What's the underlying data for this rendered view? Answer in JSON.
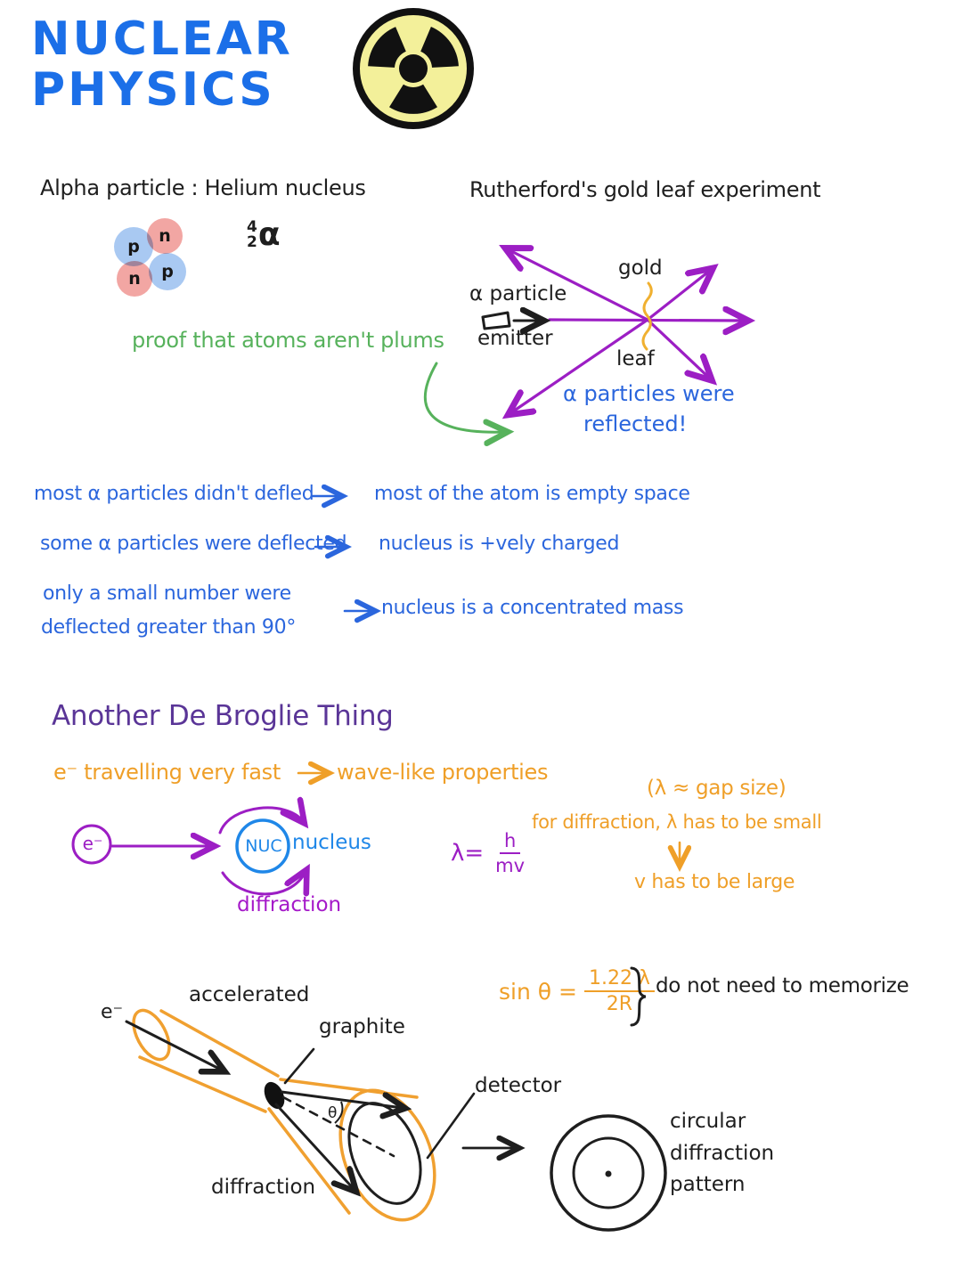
{
  "page": {
    "title_line1": "NUCLEAR",
    "title_line2": "PHYSICS"
  },
  "colors": {
    "title_blue": "#1b6fe8",
    "note_blue": "#2b66dd",
    "ink_black": "#1e1e1e",
    "green": "#57b25c",
    "purple": "#9c1ec4",
    "dark_purple": "#5a3597",
    "magenta": "#a519c9",
    "orange": "#ef9f28",
    "gold": "#f0b030",
    "nucleus_blue": "#1f87e8",
    "proton_blue": "#a9c9f2",
    "neutron_pink": "#f2a6a3",
    "radiation_yellow": "#f3f09a"
  },
  "alpha": {
    "heading": "Alpha particle :  Helium nucleus",
    "nucleon_top_left": "p",
    "nucleon_top_right": "n",
    "nucleon_bottom_left": "n",
    "nucleon_bottom_right": "p",
    "notation_mass": "4",
    "notation_atomic": "2",
    "notation_symbol": "α"
  },
  "rutherford": {
    "heading": "Rutherford's gold leaf experiment",
    "gold_label": "gold",
    "leaf_label": "leaf",
    "alpha_particle_label": "α particle",
    "emitter_label": "emitter",
    "result_line1": "α particles were",
    "result_line2": "reflected!",
    "green_note": "proof that atoms aren't plums"
  },
  "observations": [
    {
      "left": "most α particles didn't defled",
      "right": "most of the atom is empty space"
    },
    {
      "left": "some α particles were deflected",
      "right": "nucleus is +vely charged"
    },
    {
      "left_line1": "only a small number were",
      "left_line2": "deflected greater than 90°",
      "right": "nucleus is a concentrated mass"
    }
  ],
  "de_broglie": {
    "heading": "Another De Broglie Thing",
    "premise": "e⁻ travelling very fast",
    "conclusion": "wave-like properties",
    "electron_label": "e⁻",
    "nuc_label": "NUC",
    "nucleus_label": "nucleus",
    "diffraction_label": "diffraction",
    "wavelength_formula": {
      "lhs": "λ=",
      "numerator": "h",
      "denominator": "mv"
    },
    "gap_note": "(λ ≈ gap size)",
    "small_note": "for diffraction, λ has to be small",
    "large_note": "v has to be large"
  },
  "diffraction_experiment": {
    "accelerated_label": "accelerated",
    "electron_label": "e⁻",
    "graphite_label": "graphite",
    "theta_label": "θ",
    "diffraction_label": "diffraction",
    "detector_label": "detector",
    "pattern_line1": "circular",
    "pattern_line2": "diffraction",
    "pattern_line3": "pattern",
    "angle_formula": {
      "lhs": "sin θ =",
      "numerator": "1.22 λ",
      "denominator": "2R"
    },
    "memo_note": "do not need to memorize"
  }
}
